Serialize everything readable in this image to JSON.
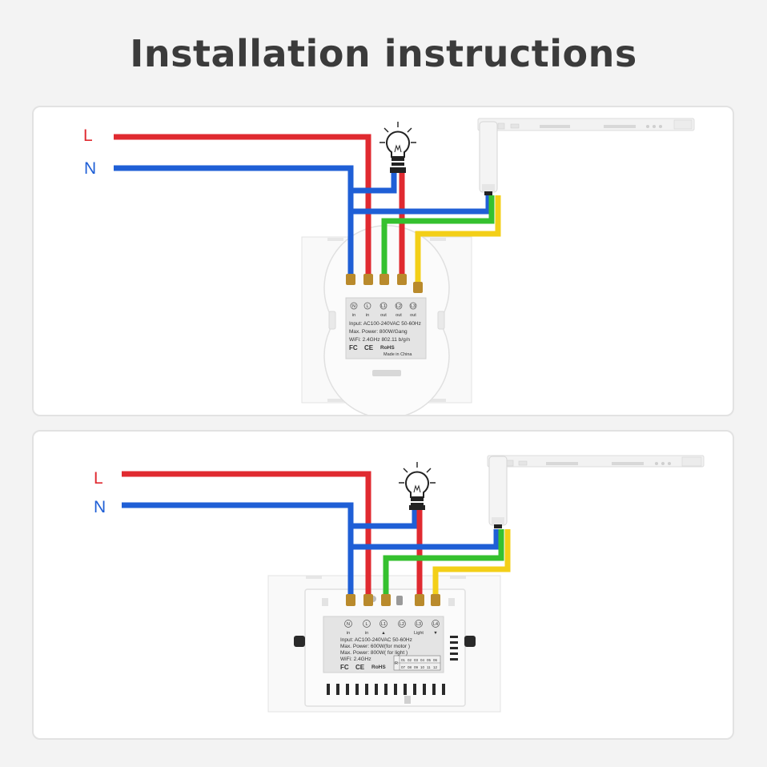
{
  "title": "Installation instructions",
  "colors": {
    "live": "#e02a30",
    "neutral": "#1f5fd6",
    "green": "#35c12f",
    "yellow": "#f3cf18",
    "heading": "#3b3b3b"
  },
  "icons": [
    "bulb-icon",
    "curtain-motor-icon",
    "fc-mark",
    "ce-mark"
  ],
  "panel1": {
    "wire_labels": {
      "L": "L",
      "N": "N"
    },
    "terminals": [
      {
        "symbol": "N",
        "role": "in"
      },
      {
        "symbol": "L",
        "role": "in"
      },
      {
        "symbol": "L1",
        "role": "out"
      },
      {
        "symbol": "L2",
        "role": "out"
      },
      {
        "symbol": "L3",
        "role": "out"
      }
    ],
    "spec_lines": [
      "Input: AC100-240VAC 50-60Hz",
      "Max. Power: 800W/Gang",
      "WiFi: 2.4GHz 802.11 b/g/n"
    ],
    "cert_fc": "FC",
    "cert_ce": "CE",
    "cert_rohs": "RoHS",
    "made_in": "Made in China"
  },
  "panel2": {
    "wire_labels": {
      "L": "L",
      "N": "N"
    },
    "terminals": [
      {
        "symbol": "N",
        "role": "in"
      },
      {
        "symbol": "L",
        "role": "in"
      },
      {
        "symbol": "L1",
        "role": "▲"
      },
      {
        "symbol": "L2",
        "role": ""
      },
      {
        "symbol": "L3",
        "role": "Light"
      },
      {
        "symbol": "L4",
        "role": "▼"
      }
    ],
    "spec_lines": [
      "Input: AC100-240VAC 50-60Hz",
      "Max. Power: 600W(for motor )",
      "Max. Power: 800W( for light )",
      "WiFi: 2.4GHz"
    ],
    "grid_label": "R",
    "grid_row1": [
      "01",
      "02",
      "03",
      "04",
      "05",
      "06"
    ],
    "grid_row2": [
      "07",
      "08",
      "09",
      "10",
      "11",
      "12"
    ],
    "cert_fc": "FC",
    "cert_ce": "CE",
    "cert_rohs": "RoHS"
  }
}
